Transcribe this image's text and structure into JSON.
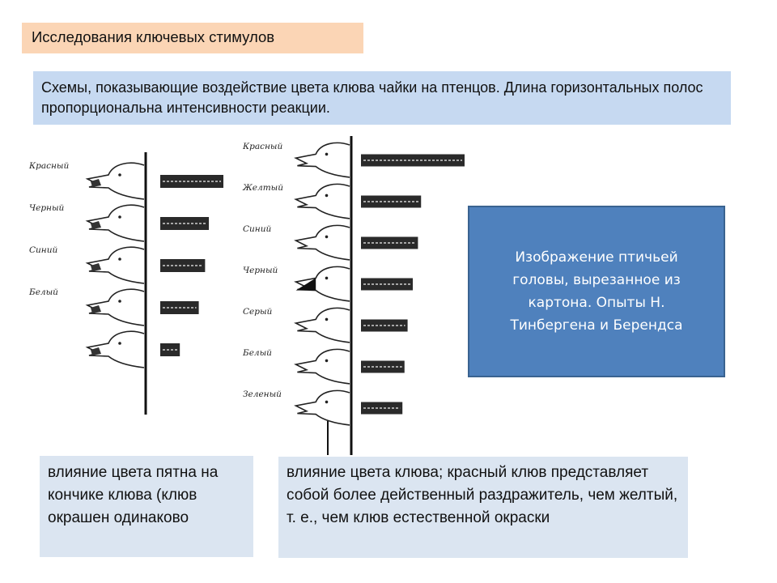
{
  "title": "Исследования ключевых стимулов",
  "caption": "Схемы, показывающие воздействие цвета клюва чайки на птенцов. Длина горизонтальных полос пропорциональна интенсивности реакции.",
  "note": "Изображение птичьей головы, вырезанное из картона. Опыты Н. Тинбергена и Берендса",
  "bottom_left": "влияние цвета пятна на кончике клюва (клюв окрашен одинаково",
  "bottom_right": "влияние цвета клюва; красный клюв представляет собой более действенный раздражитель, чем желтый, т. е., чем клюв естественной окраски",
  "left_figure": {
    "rows": [
      {
        "label": "Красный",
        "response": 1.0
      },
      {
        "label": "Черный",
        "response": 0.77
      },
      {
        "label": "Синий",
        "response": 0.71
      },
      {
        "label": "Белый",
        "response": 0.61
      },
      {
        "label": "",
        "response": 0.31
      }
    ]
  },
  "right_figure": {
    "rows": [
      {
        "label": "Красный",
        "response": 1.0
      },
      {
        "label": "Желтый",
        "response": 0.58
      },
      {
        "label": "Синий",
        "response": 0.55
      },
      {
        "label": "Черный",
        "response": 0.5
      },
      {
        "label": "Серый",
        "response": 0.45
      },
      {
        "label": "Белый",
        "response": 0.42
      },
      {
        "label": "Зеленый",
        "response": 0.4
      }
    ]
  }
}
